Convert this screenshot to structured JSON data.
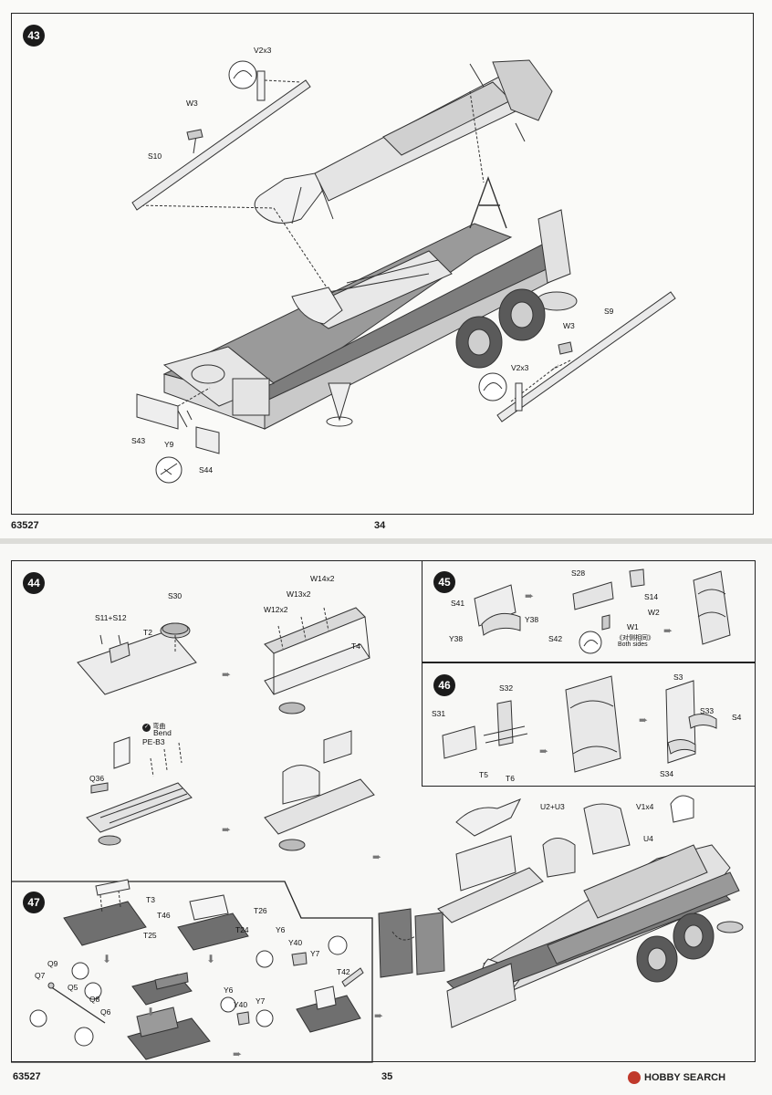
{
  "page_top": {
    "step_number": "43",
    "labels": {
      "v2x3_top": "V2x3",
      "w3_top": "W3",
      "s10": "S10",
      "s9": "S9",
      "w3_right": "W3",
      "v2x3_right": "V2x3",
      "s43": "S43",
      "y9": "Y9",
      "s44": "S44"
    },
    "product_code": "63527",
    "page_number": "34"
  },
  "page_bottom": {
    "steps": {
      "s44": "44",
      "s45": "45",
      "s46": "46",
      "s47": "47"
    },
    "step44_labels": {
      "s30": "S30",
      "s11_s12": "S11+S12",
      "t2": "T2",
      "w14x2": "W14x2",
      "w13x2": "W13x2",
      "w12x2": "W12x2",
      "t4": "T4",
      "bend_cn": "弯曲",
      "bend_en": "Bend",
      "pe_b3": "PE-B3",
      "q36": "Q36"
    },
    "step45_labels": {
      "s41": "S41",
      "y38_a": "Y38",
      "y38_b": "Y38",
      "s42": "S42",
      "s28": "S28",
      "s14": "S14",
      "w2": "W2",
      "w1": "W1",
      "both_sides_cn": "《对侧相同》",
      "both_sides_en": "Both sides"
    },
    "step46_labels": {
      "s32": "S32",
      "s31": "S31",
      "t5": "T5",
      "t6": "T6",
      "s3": "S3",
      "s33": "S33",
      "s4": "S4",
      "s34": "S34"
    },
    "final_labels": {
      "u2_u3": "U2+U3",
      "v1x4": "V1x4",
      "u4": "U4"
    },
    "step47_labels": {
      "t3": "T3",
      "t46": "T46",
      "t25": "T25",
      "t26": "T26",
      "t24": "T24",
      "y6_a": "Y6",
      "y40_a": "Y40",
      "y7_a": "Y7",
      "t42": "T42",
      "q9": "Q9",
      "q7": "Q7",
      "q5": "Q5",
      "q8": "Q8",
      "q6": "Q6",
      "y6_b": "Y6",
      "y40_b": "Y40",
      "y7_b": "Y7"
    },
    "product_code": "63527",
    "page_number": "35",
    "watermark": "HOBBY SEARCH"
  },
  "colors": {
    "line": "#333333",
    "fill_light": "#e6e6e6",
    "fill_mid": "#bdbdbd",
    "fill_dark": "#555555",
    "step_circle": "#1b1b1b"
  }
}
